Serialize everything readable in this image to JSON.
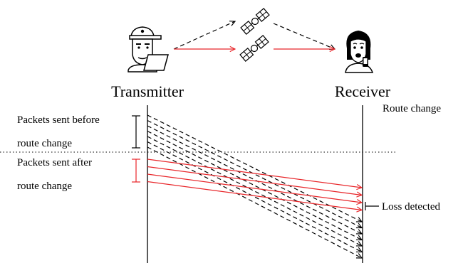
{
  "endpoints": {
    "transmitter": "Transmitter",
    "receiver": "Receiver"
  },
  "annotations": {
    "route_change": "Route change",
    "before_line1": "Packets sent before",
    "before_line2": "route change",
    "after_line1": "Packets sent after",
    "after_line2": "route change",
    "loss_detected": "Loss detected"
  },
  "packets": {
    "before_count": 7,
    "after_count": 4
  },
  "colors": {
    "new_route": "#e8262a",
    "old_route": "#000000"
  },
  "icons": {
    "transmitter": "person-with-laptop-icon",
    "receiver": "person-with-phone-icon",
    "satellite": "satellite-icon"
  }
}
